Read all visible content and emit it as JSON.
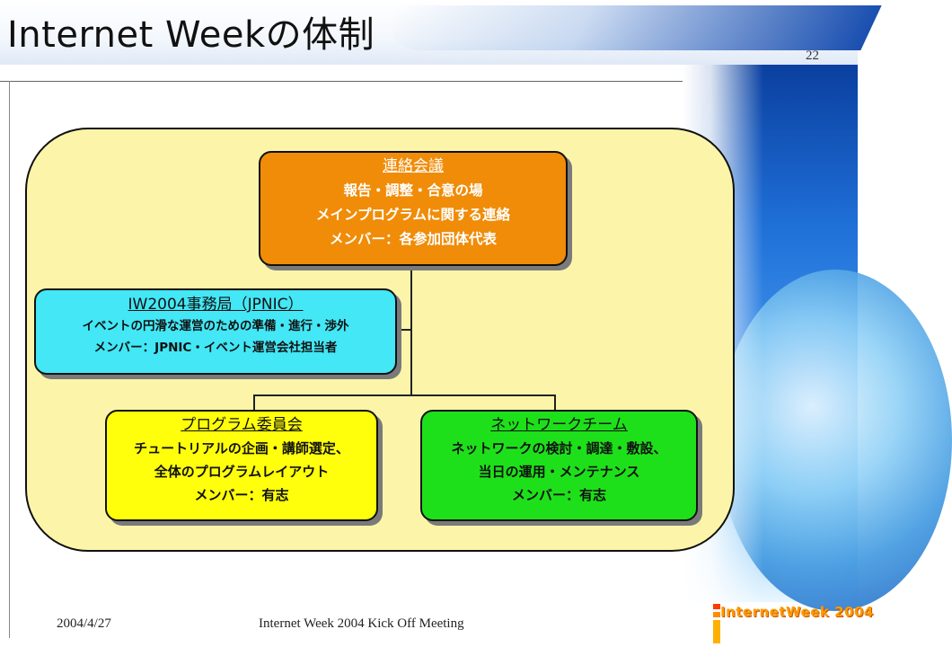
{
  "title": "Internet Weekの体制",
  "page_number": "22",
  "org": {
    "top": {
      "heading": "連絡会議",
      "lines": [
        "報告・調整・合意の場",
        "メインプログラムに関する連絡",
        "メンバー：各参加団体代表"
      ]
    },
    "secretariat": {
      "heading": "IW2004事務局（JPNIC）",
      "lines": [
        "イベントの円滑な運営のための準備・進行・渉外",
        "メンバー：JPNIC・イベント運営会社担当者"
      ]
    },
    "program": {
      "heading": "プログラム委員会",
      "lines": [
        "チュートリアルの企画・講師選定、",
        "全体のプログラムレイアウト",
        "メンバー：有志"
      ]
    },
    "network": {
      "heading": "ネットワークチーム",
      "lines": [
        "ネットワークの検討・調達・敷設、",
        "当日の運用・メンテナンス",
        "メンバー：有志"
      ]
    }
  },
  "footer": {
    "date": "2004/4/27",
    "event": "Internet Week 2004 Kick Off Meeting",
    "logo_text": "InternetWeek 2004"
  },
  "colors": {
    "panel": "#fcf5a9",
    "top_box": "#f08c08",
    "secretariat_box": "#43e7f5",
    "program_box": "#ffff0b",
    "network_box": "#1ee01a"
  }
}
